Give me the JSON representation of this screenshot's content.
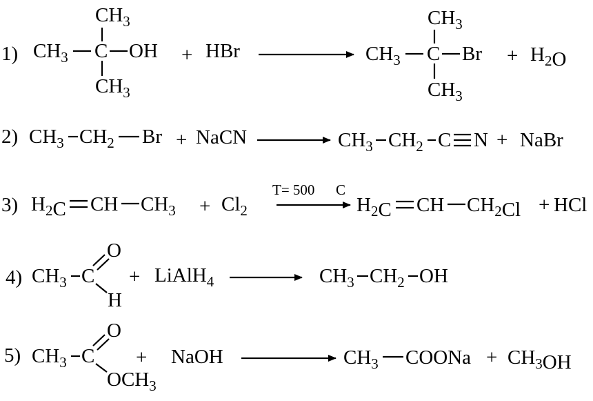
{
  "reactions": [
    {
      "number": "1)",
      "reactant1": {
        "left": "CH3",
        "center": "C",
        "right": "OH",
        "top": "CH3",
        "bottom": "CH3"
      },
      "plus1": "+",
      "reagent": "HBr",
      "product1": {
        "left": "CH3",
        "center": "C",
        "right": "Br",
        "top": "CH3",
        "bottom": "CH3"
      },
      "plus2": "+",
      "product2": "H2O"
    },
    {
      "number": "2)",
      "reactant1": [
        "CH3",
        "CH2",
        "Br"
      ],
      "plus1": "+",
      "reagent": "NaCN",
      "product1": [
        "CH3",
        "CH2",
        "C",
        "N"
      ],
      "plus2": "+",
      "product2": "NaBr"
    },
    {
      "number": "3)",
      "reactant1": [
        "H2C",
        "CH",
        "CH3"
      ],
      "plus1": "+",
      "reagent": "Cl2",
      "condition": "T= 500",
      "condition_unit": "C",
      "product1": [
        "H2C",
        "CH",
        "CH2Cl"
      ],
      "plus2": "+",
      "product2": "HCl"
    },
    {
      "number": "4)",
      "reactant1": {
        "left": "CH3",
        "center": "C",
        "top": "O",
        "bottom": "H"
      },
      "plus1": "+",
      "reagent": "LiAlH4",
      "product1": [
        "CH3",
        "CH2",
        "OH"
      ]
    },
    {
      "number": "5)",
      "reactant1": {
        "left": "CH3",
        "center": "C",
        "top": "O",
        "bottom": "OCH3"
      },
      "plus1": "+",
      "reagent": "NaOH",
      "product1": [
        "CH3",
        "COONa"
      ],
      "plus2": "+",
      "product2": "CH3OH"
    }
  ]
}
